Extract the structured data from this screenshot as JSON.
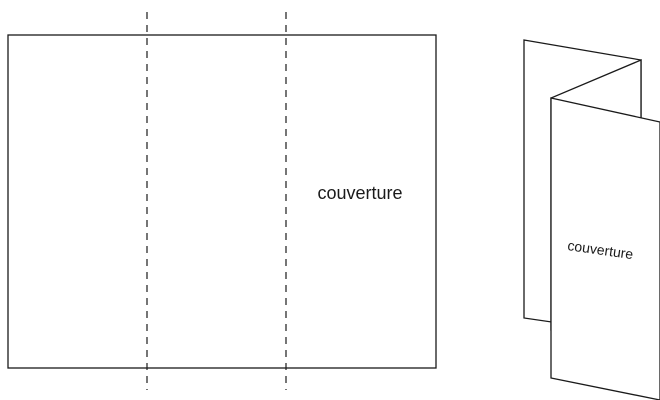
{
  "flat_sheet": {
    "cover_label": "couverture",
    "panels": 3
  },
  "folded_brochure": {
    "cover_label": "couverture"
  },
  "colors": {
    "line": "#1a1a1a",
    "background": "#ffffff"
  }
}
